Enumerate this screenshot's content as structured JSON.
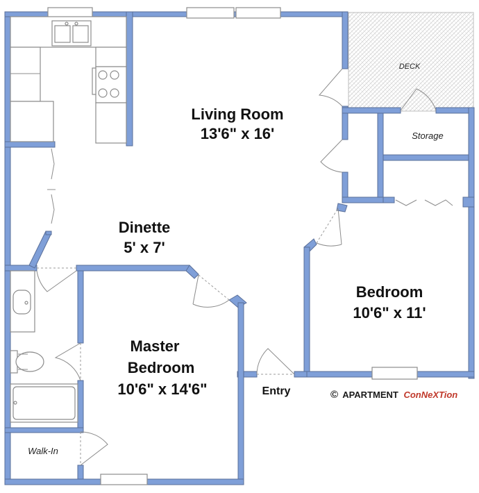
{
  "rooms": {
    "living_room": {
      "name": "Living Room",
      "size": "13'6\" x 16'"
    },
    "dinette": {
      "name": "Dinette",
      "size": "5' x 7'"
    },
    "bedroom": {
      "name": "Bedroom",
      "size": "10'6\" x 11'"
    },
    "master_bedroom": {
      "name_line1": "Master",
      "name_line2": "Bedroom",
      "size": "10'6\" x 14'6\""
    },
    "deck": {
      "name": "DECK"
    },
    "storage": {
      "name": "Storage"
    },
    "walk_in": {
      "name": "Walk-In"
    },
    "entry": {
      "name": "Entry"
    }
  },
  "brand": {
    "copyright_symbol": "©",
    "name_part1": "APARTMENT",
    "name_part2": "ConNeXTion",
    "color_part1": "#1a1a1a",
    "color_part2": "#c0392b"
  },
  "colors": {
    "wall": "#7f9fd8",
    "deck_hatch": "#d8d8d8"
  }
}
